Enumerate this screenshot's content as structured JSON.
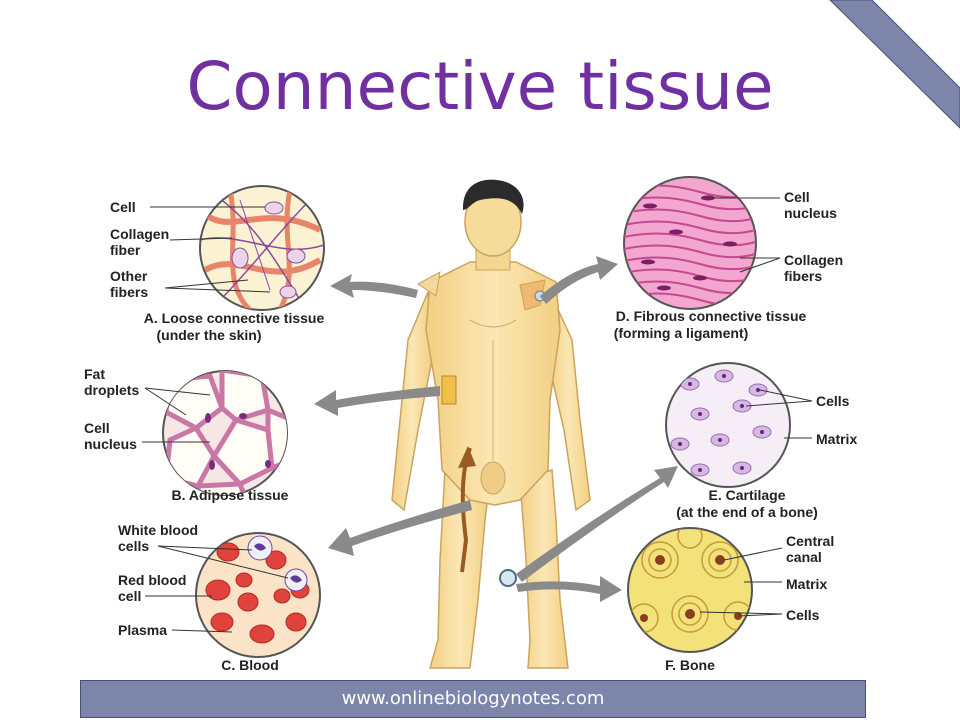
{
  "title": "Connective tissue",
  "footer": {
    "url": "www.onlinebiologynotes.com"
  },
  "colors": {
    "title": "#7030a0",
    "footer_bg": "#7d86aa",
    "corner_stripe": "#7d86aa",
    "skin": "#f6dc9a",
    "arrow": "#8a8a8a"
  },
  "panels": {
    "loose": {
      "caption": "A. Loose connective tissue",
      "subcaption": "(under the skin)",
      "labels": [
        "Cell",
        "Collagen",
        "fiber",
        "Other",
        "fibers"
      ]
    },
    "adipose": {
      "caption": "B. Adipose tissue",
      "labels": [
        "Fat",
        "droplets",
        "Cell",
        "nucleus"
      ]
    },
    "blood": {
      "caption": "C. Blood",
      "labels": [
        "White blood",
        "cells",
        "Red blood",
        "cell",
        "Plasma"
      ]
    },
    "fibrous": {
      "caption": "D. Fibrous connective tissue",
      "subcaption": "(forming a ligament)",
      "labels": [
        "Cell",
        "nucleus",
        "Collagen",
        "fibers"
      ]
    },
    "cartilage": {
      "caption": "E. Cartilage",
      "subcaption": "(at the end of a bone)",
      "labels": [
        "Cells",
        "Matrix"
      ]
    },
    "bone": {
      "caption": "F. Bone",
      "labels": [
        "Central",
        "canal",
        "Matrix",
        "Cells"
      ]
    }
  }
}
